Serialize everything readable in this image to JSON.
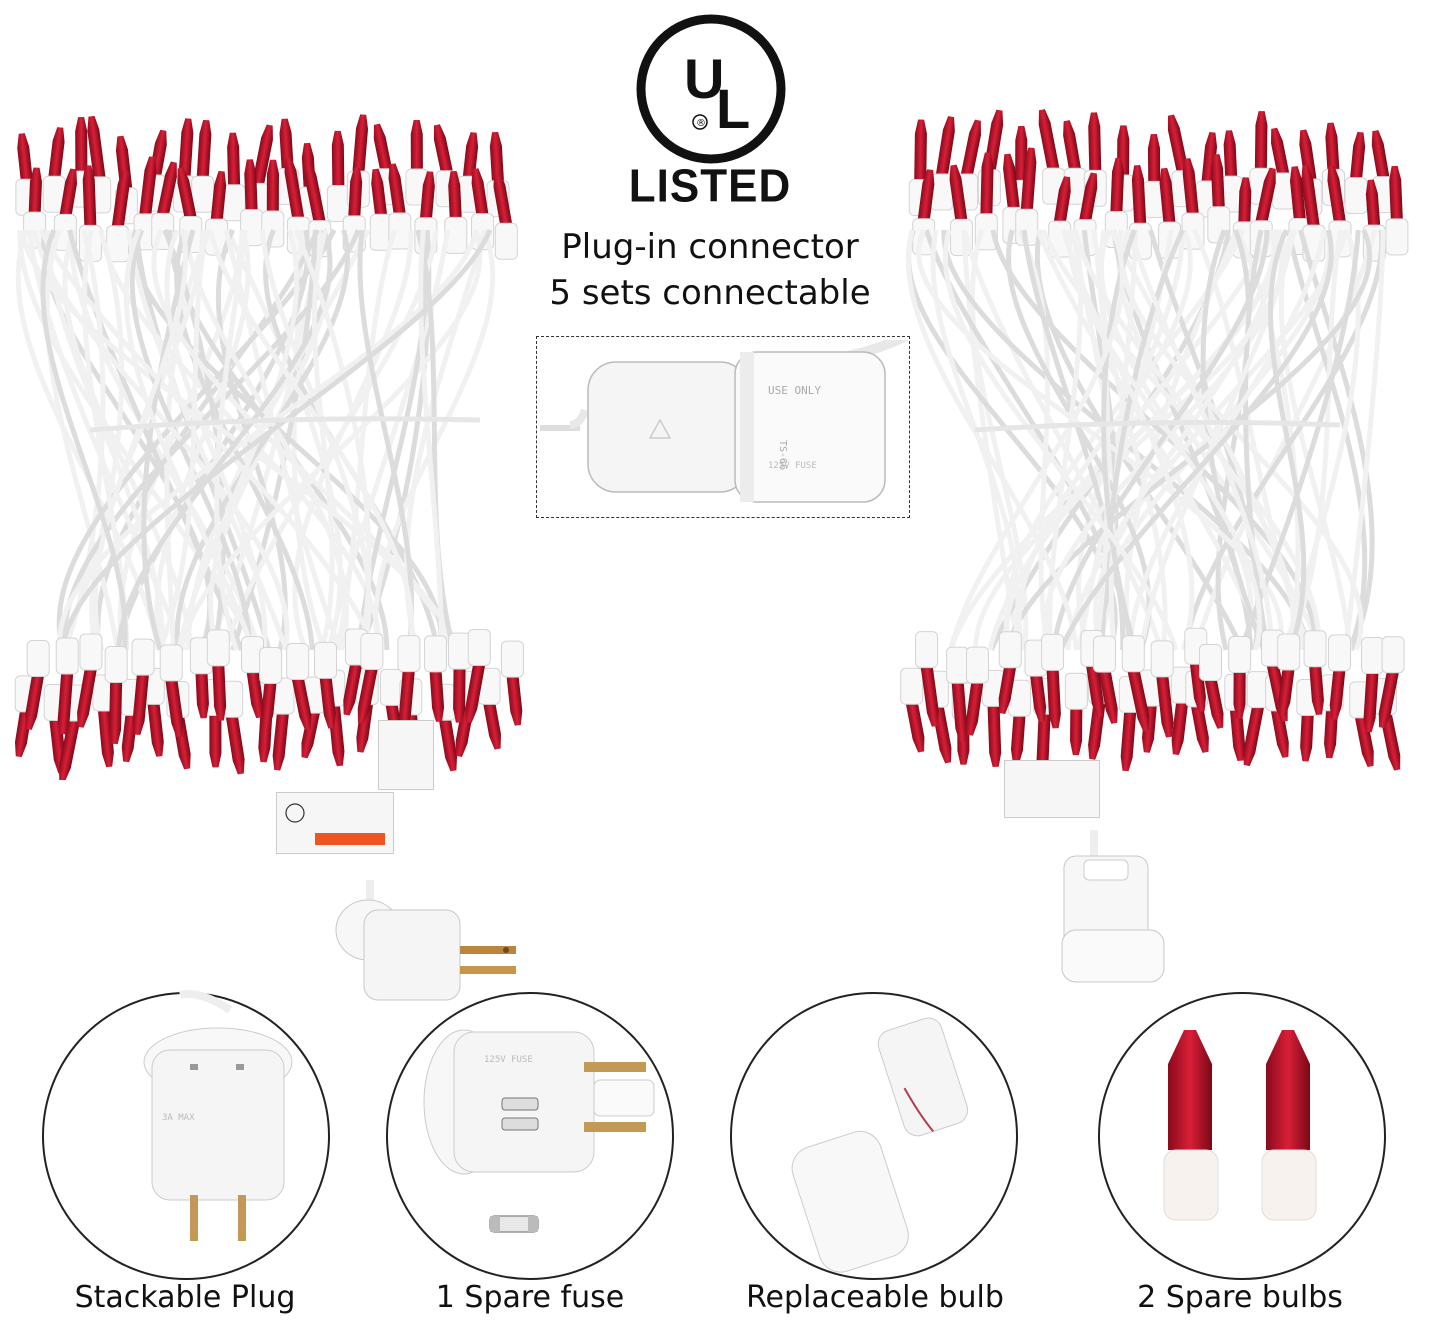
{
  "badge": {
    "logo_letters": "UL",
    "registered_mark": "®",
    "listed": "LISTED"
  },
  "connector_callout": {
    "line1": "Plug-in connector",
    "line2": "5 sets connectable"
  },
  "features": [
    {
      "label": "Stackable Plug",
      "icon": "stackable-plug"
    },
    {
      "label": "1 Spare fuse",
      "icon": "fuse-plug"
    },
    {
      "label": "Replaceable bulb",
      "icon": "bulb-socket"
    },
    {
      "label": "2 Spare bulbs",
      "icon": "spare-bulbs"
    }
  ],
  "colors": {
    "bulb_red": "#c0122a",
    "wire_white": "#f3f3f3",
    "outline": "#222222"
  }
}
